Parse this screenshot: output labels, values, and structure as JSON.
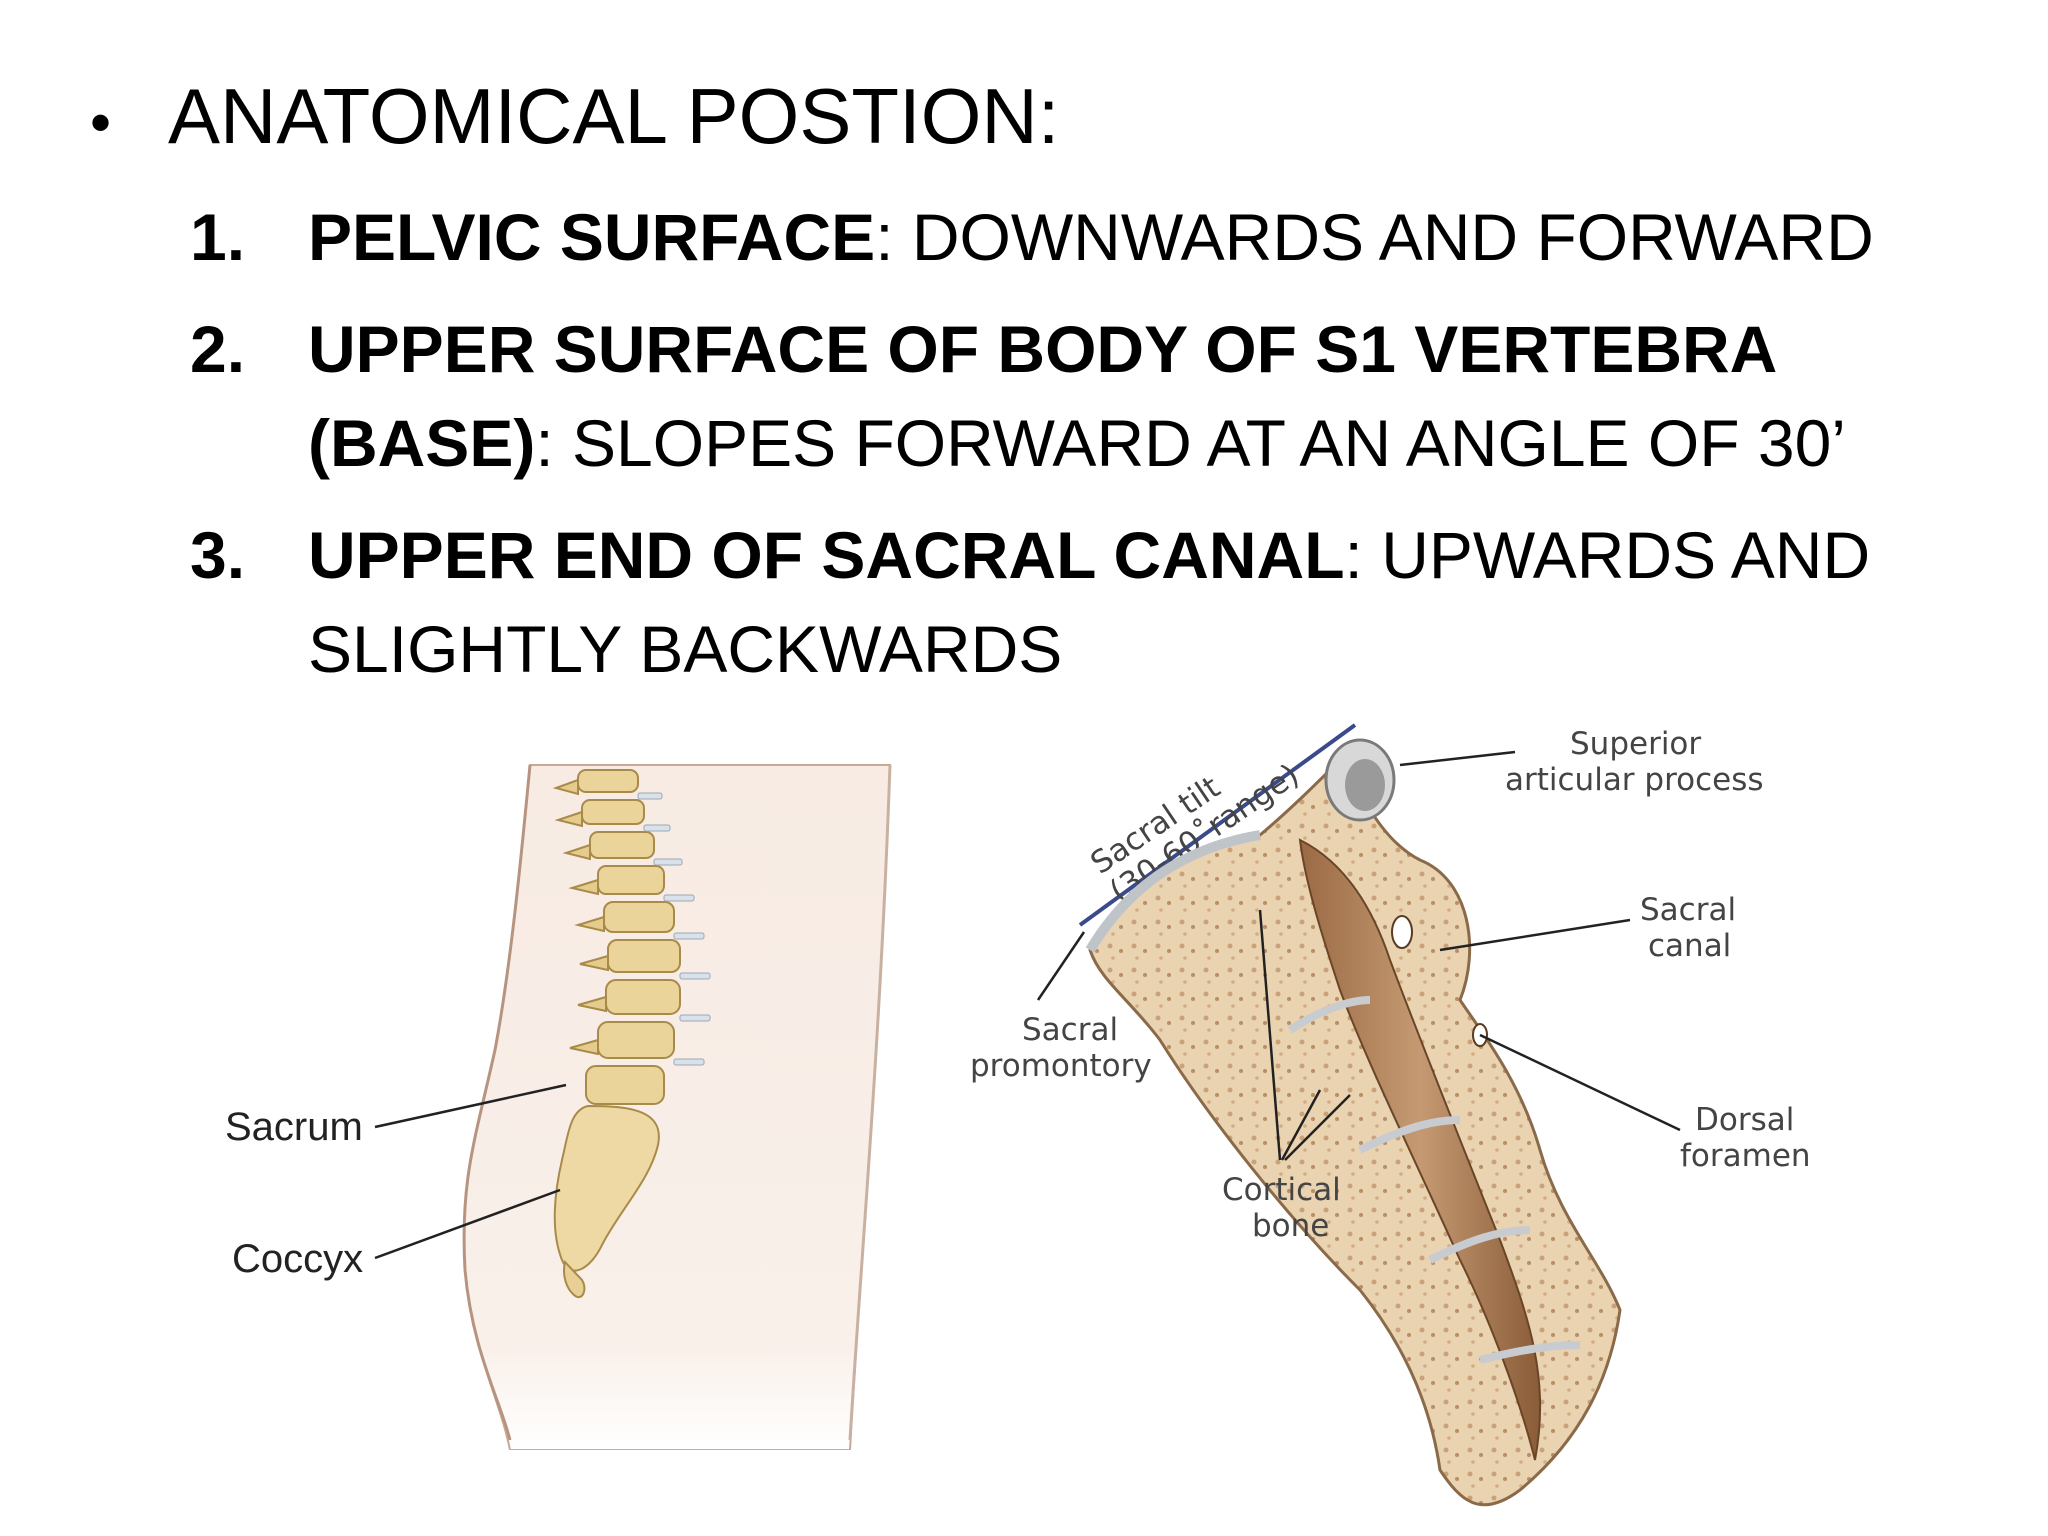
{
  "heading": {
    "bullet": "•",
    "text": "ANATOMICAL POSTION:"
  },
  "items": [
    {
      "num": "1.",
      "bold": "PELVIC SURFACE",
      "text": ": DOWNWARDS AND FORWARD"
    },
    {
      "num": "2.",
      "bold": "UPPER SURFACE OF BODY OF S1 VERTEBRA (BASE)",
      "text": ": SLOPES FORWARD AT AN ANGLE OF 30’"
    },
    {
      "num": "3.",
      "bold": "UPPER END OF SACRAL CANAL",
      "text": ": UPWARDS AND SLIGHTLY BACKWARDS"
    }
  ],
  "figure_left": {
    "sacrum": "Sacrum",
    "coccyx": "Coccyx"
  },
  "figure_right": {
    "tilt_line1": "Sacral tilt",
    "tilt_line2": "(30-60˚range)",
    "superior_1": "Superior",
    "superior_2": "articular process",
    "canal_1": "Sacral",
    "canal_2": "canal",
    "promontory_1": "Sacral",
    "promontory_2": "promontory",
    "dorsal_1": "Dorsal",
    "dorsal_2": "foramen",
    "cortical_1": "Cortical",
    "cortical_2": "bone"
  }
}
